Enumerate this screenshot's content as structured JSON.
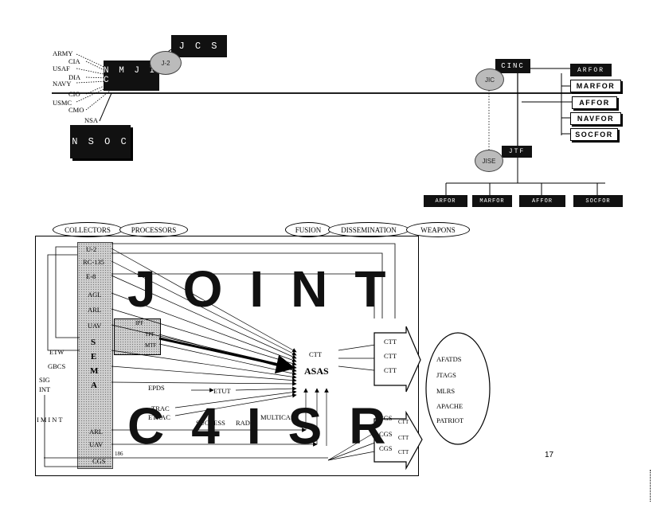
{
  "top": {
    "jcs": "J C S",
    "nmjic": "N M J I C",
    "j2_left": "J-2",
    "agencies": [
      "ARMY",
      "CIA",
      "USAF",
      "DIA",
      "NAVY",
      "CIO",
      "USMC",
      "CMO",
      "NSA"
    ],
    "nsoc": "N S O C",
    "cinc": "CINC",
    "jic": "JIC",
    "components": [
      "ARFOR",
      "MARFOR",
      "AFFOR",
      "NAVFOR",
      "SOCFOR"
    ],
    "jtf": "JTF",
    "jisc": "JISE",
    "jtf_components": [
      "ARFOR",
      "MARFOR",
      "AFFOR",
      "SOCFOR"
    ]
  },
  "bottom": {
    "ovals": [
      "COLLECTORS",
      "PROCESSORS",
      "FUSION",
      "DISSEMINATION",
      "WEAPONS"
    ],
    "collectors": [
      "U-2",
      "RC-135",
      "E-8",
      "AGL",
      "ARL",
      "UAV"
    ],
    "sema_letters": [
      "S",
      "E",
      "M",
      "A"
    ],
    "sema_box": [
      "IPF",
      "TPF",
      "MTF"
    ],
    "left_labels": [
      "ETW",
      "GBCS",
      "SIG",
      "INT",
      "IMINT"
    ],
    "lower_collectors": [
      "ARL",
      "UAV",
      "CGS"
    ],
    "mid_labels": [
      "EPDS",
      "ETUT",
      "TRAC",
      "ETRAC",
      "SUCCESS",
      "RADIO",
      "MULTICAST"
    ],
    "cgs_num": "186",
    "ctt": "CTT",
    "asas": "ASAS",
    "ctt_list": [
      "CTT",
      "CTT",
      "CTT"
    ],
    "cgs_list": [
      "CGS",
      "CGS",
      "CGS"
    ],
    "cgs_ctt": [
      "CTT",
      "CTT",
      "CTT"
    ],
    "weapons": [
      "AFATDS",
      "JTAGS",
      "MLRS",
      "APACHE",
      "PATRIOT"
    ],
    "overlay_top": "JOINT",
    "overlay_bottom": "C4ISR"
  },
  "page_number": "17"
}
